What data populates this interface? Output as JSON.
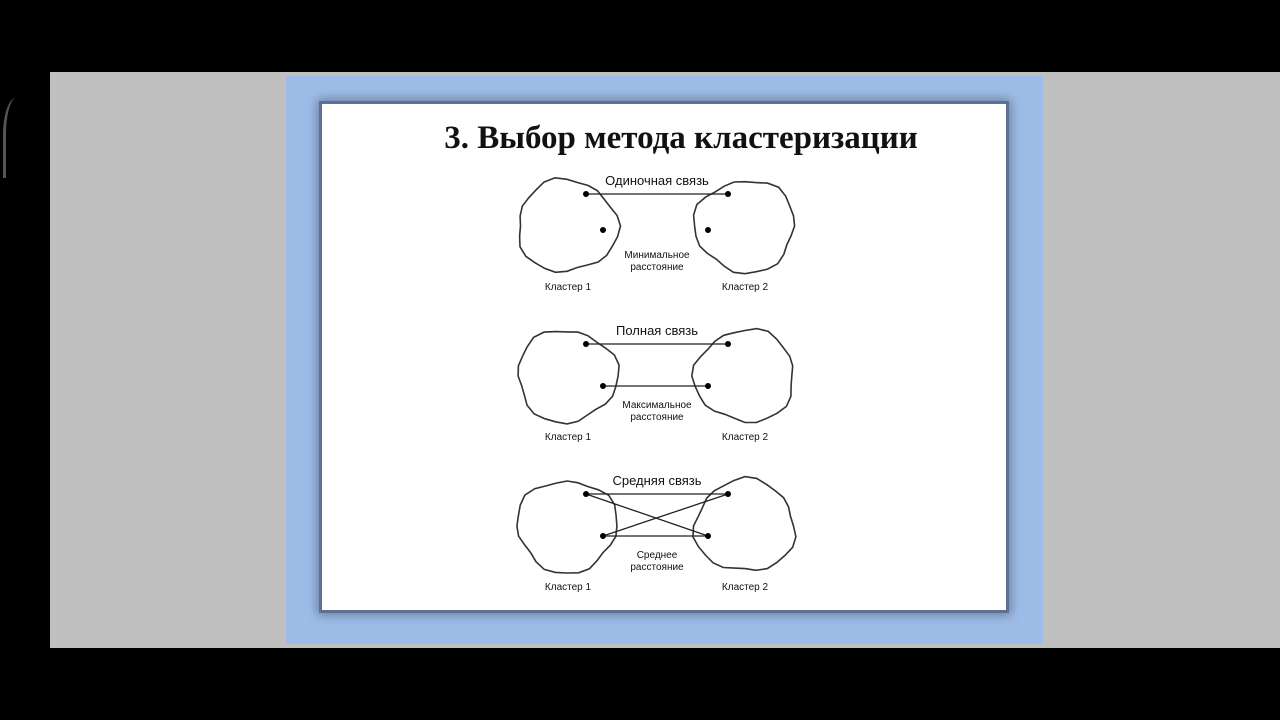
{
  "slide": {
    "title": "3. Выбор метода кластеризации",
    "diagrams": [
      {
        "name": "Одиночная связь",
        "distance": [
          "Минимальное",
          "расстояние"
        ],
        "cluster_left": "Кластер 1",
        "cluster_right": "Кластер 2"
      },
      {
        "name": "Полная связь",
        "distance": [
          "Максимальное",
          "расстояние"
        ],
        "cluster_left": "Кластер 1",
        "cluster_right": "Кластер 2"
      },
      {
        "name": "Средняя связь",
        "distance": [
          "Среднее",
          "расстояние"
        ],
        "cluster_left": "Кластер 1",
        "cluster_right": "Кластер 2"
      }
    ]
  },
  "colors": {
    "frame": "#9dbde8",
    "stage": "#c0c0c0"
  }
}
